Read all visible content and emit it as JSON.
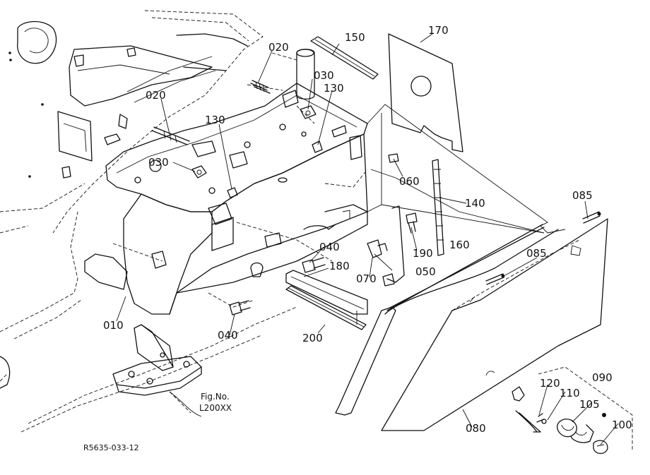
{
  "callouts": {
    "c010": "010",
    "c020a": "020",
    "c020b": "020",
    "c030a": "030",
    "c030b": "030",
    "c040a": "040",
    "c040b": "040",
    "c050": "050",
    "c060": "060",
    "c070": "070",
    "c080": "080",
    "c085a": "085",
    "c085b": "085",
    "c090": "090",
    "c100": "100",
    "c105": "105",
    "c110": "110",
    "c120": "120",
    "c130a": "130",
    "c130b": "130",
    "c140": "140",
    "c150": "150",
    "c160": "160",
    "c170": "170",
    "c180": "180",
    "c190": "190",
    "c200": "200"
  },
  "figure": {
    "fig_no_label": "Fig.No.",
    "fig_no_value": "L200XX",
    "drawing_code": "R5635-033-12"
  },
  "colors": {
    "ink": "#111111",
    "paper": "#ffffff"
  }
}
